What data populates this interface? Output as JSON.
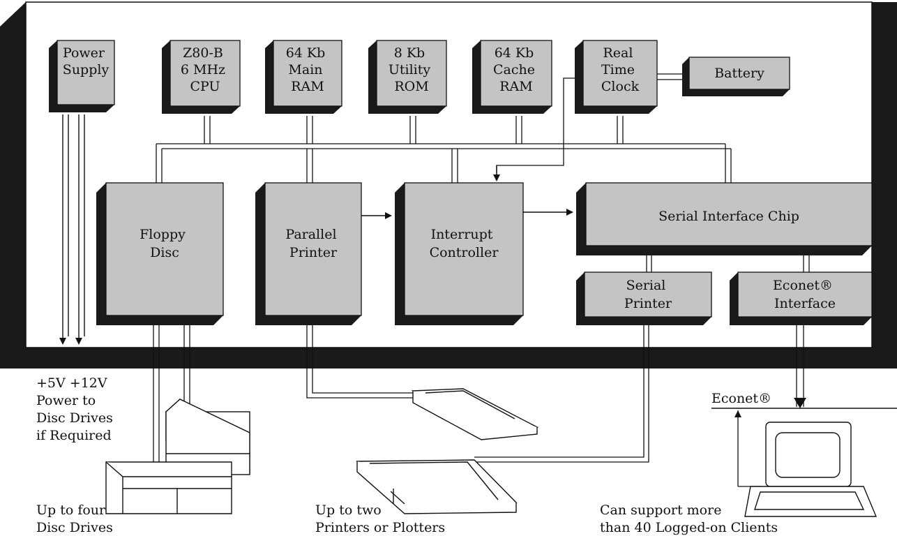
{
  "blocks": {
    "power_supply": [
      "Power",
      "Supply"
    ],
    "cpu": [
      "Z80-B",
      "6 MHz",
      "CPU"
    ],
    "main_ram": [
      "64 Kb",
      "Main",
      "RAM"
    ],
    "utility_rom": [
      "8 Kb",
      "Utility",
      "ROM"
    ],
    "cache_ram": [
      "64 Kb",
      "Cache",
      "RAM"
    ],
    "real_time_clock": [
      "Real",
      "Time",
      "Clock"
    ],
    "battery": [
      "Battery"
    ],
    "floppy_disc": [
      "Floppy",
      "Disc"
    ],
    "parallel_printer": [
      "Parallel",
      "Printer"
    ],
    "interrupt_controller": [
      "Interrupt",
      "Controller"
    ],
    "serial_interface_chip": [
      "Serial Interface Chip"
    ],
    "serial_printer": [
      "Serial",
      "Printer"
    ],
    "econet_interface": [
      "Econet®",
      "Interface"
    ]
  },
  "captions": {
    "power": [
      "+5V  +12V",
      "Power to",
      "Disc Drives",
      "if Required"
    ],
    "disc_drives": [
      "Up to four",
      "Disc Drives"
    ],
    "printers": [
      "Up to two",
      "Printers or Plotters"
    ],
    "clients": [
      "Can support more",
      "than 40 Logged-on Clients"
    ],
    "econet_bus": "Econet®"
  }
}
